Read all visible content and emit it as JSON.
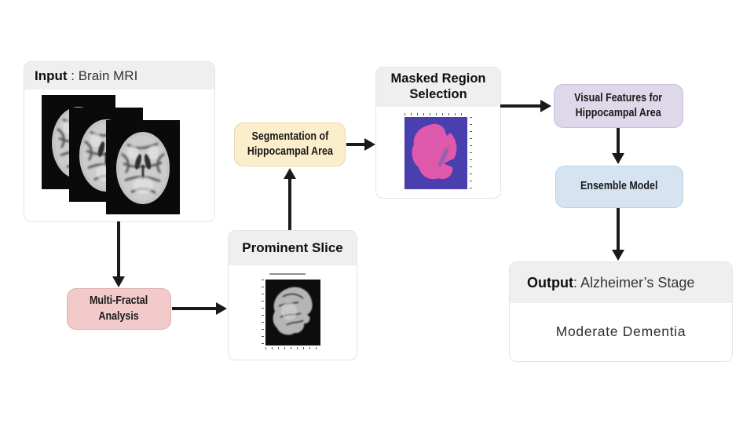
{
  "diagram": {
    "input": {
      "prefix": "Input",
      "suffix": " : Brain MRI"
    },
    "multi_fractal": {
      "line1": "Multi-Fractal",
      "line2": "Analysis"
    },
    "prominent_slice": {
      "title": "Prominent Slice"
    },
    "segmentation": {
      "line1": "Segmentation of",
      "line2": "Hippocampal Area"
    },
    "masked_region": {
      "line1": "Masked Region",
      "line2": "Selection"
    },
    "visual_features": {
      "line1": "Visual Features for",
      "line2": "Hippocampal Area"
    },
    "ensemble": {
      "label": "Ensemble Model"
    },
    "output": {
      "prefix": "Output",
      "suffix": ": Alzheimer’s Stage",
      "result": "Moderate Dementia"
    }
  },
  "colors": {
    "multi_fractal_fill": "#f2caca",
    "segmentation_fill": "#fbeecb",
    "visual_features_fill": "#ded8ea",
    "ensemble_fill": "#d6e4f2",
    "panel_header_fill": "#efefef",
    "arrow": "#1a1a1a",
    "mask_background": "#4a3fae",
    "mask_region": "#de58ab"
  }
}
